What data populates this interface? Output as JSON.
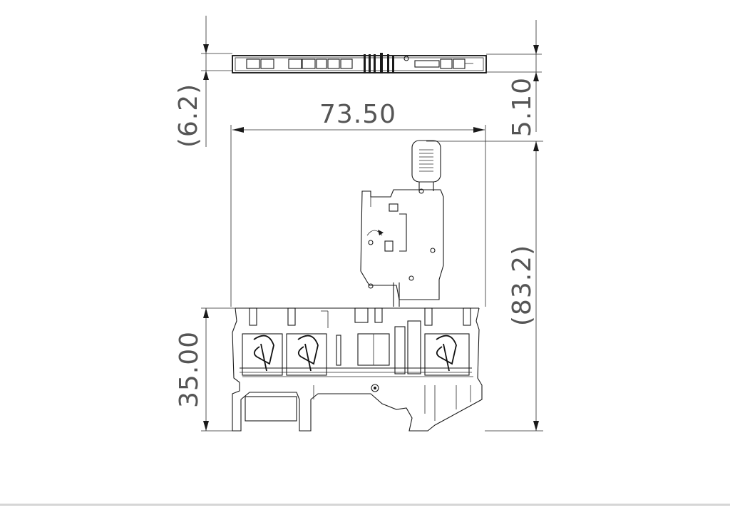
{
  "dimensions": {
    "width_top": "73.50",
    "height_total": "(83.2)",
    "height_base": "35.00",
    "depth_offset": "(6.2)",
    "thickness": "5.10"
  },
  "colors": {
    "line": "#1a1a1a",
    "text": "#555555",
    "divider": "#d6d6d6"
  }
}
